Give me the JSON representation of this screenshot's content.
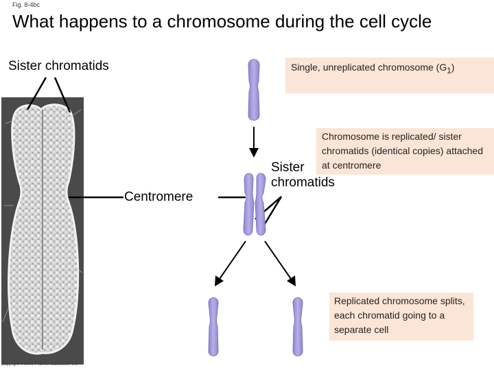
{
  "figure_label": "Fig. 8-4bc",
  "title": "What happens to a chromosome during the cell cycle",
  "labels": {
    "sister_chromatids_left": "Sister chromatids",
    "centromere": "Centromere",
    "sister_chromatids_mid_line1": "Sister",
    "sister_chromatids_mid_line2": "chromatids"
  },
  "notes": {
    "unreplicated": {
      "text": "Single, unreplicated chromosome (G",
      "subscript": "1",
      "suffix": ")"
    },
    "replicated": "Chromosome is replicated/ sister chromatids (identical copies) attached at centromere",
    "splits": "Replicated chromosome splits, each chromatid going to a separate cell"
  },
  "copyright": "Copyright © 2009 Pearson Education, Inc.",
  "colors": {
    "chromosome_fill": "#a9a2dc",
    "chromosome_edge": "#7f77c4",
    "note_bg": "#fbe5d6",
    "micrograph_bg": "#4a4a4a",
    "micrograph_chromosome": "#d6d6d6"
  }
}
